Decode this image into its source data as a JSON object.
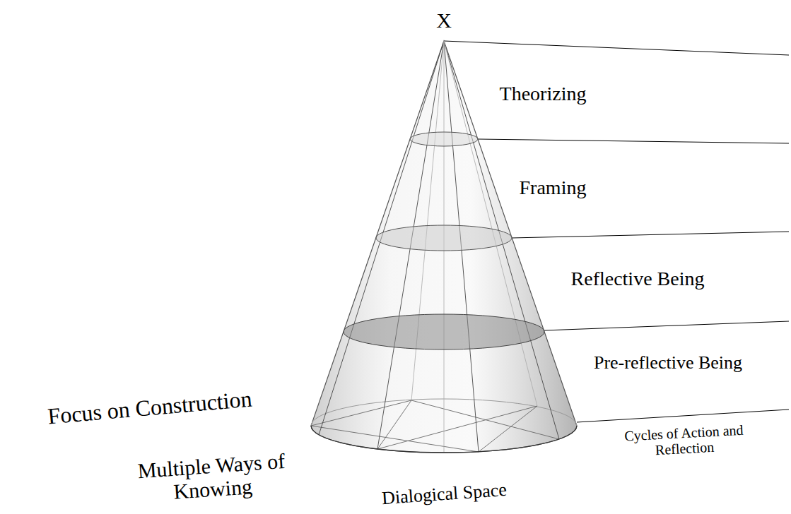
{
  "diagram": {
    "labels": [
      "X",
      "Theorizing",
      "Framing",
      "Reflective Being",
      "Pre-reflective Being",
      "Focus on Construction",
      "Cycles of Action and Reflection",
      "Multiple Ways of Knowing",
      "Dialogical Space"
    ]
  }
}
